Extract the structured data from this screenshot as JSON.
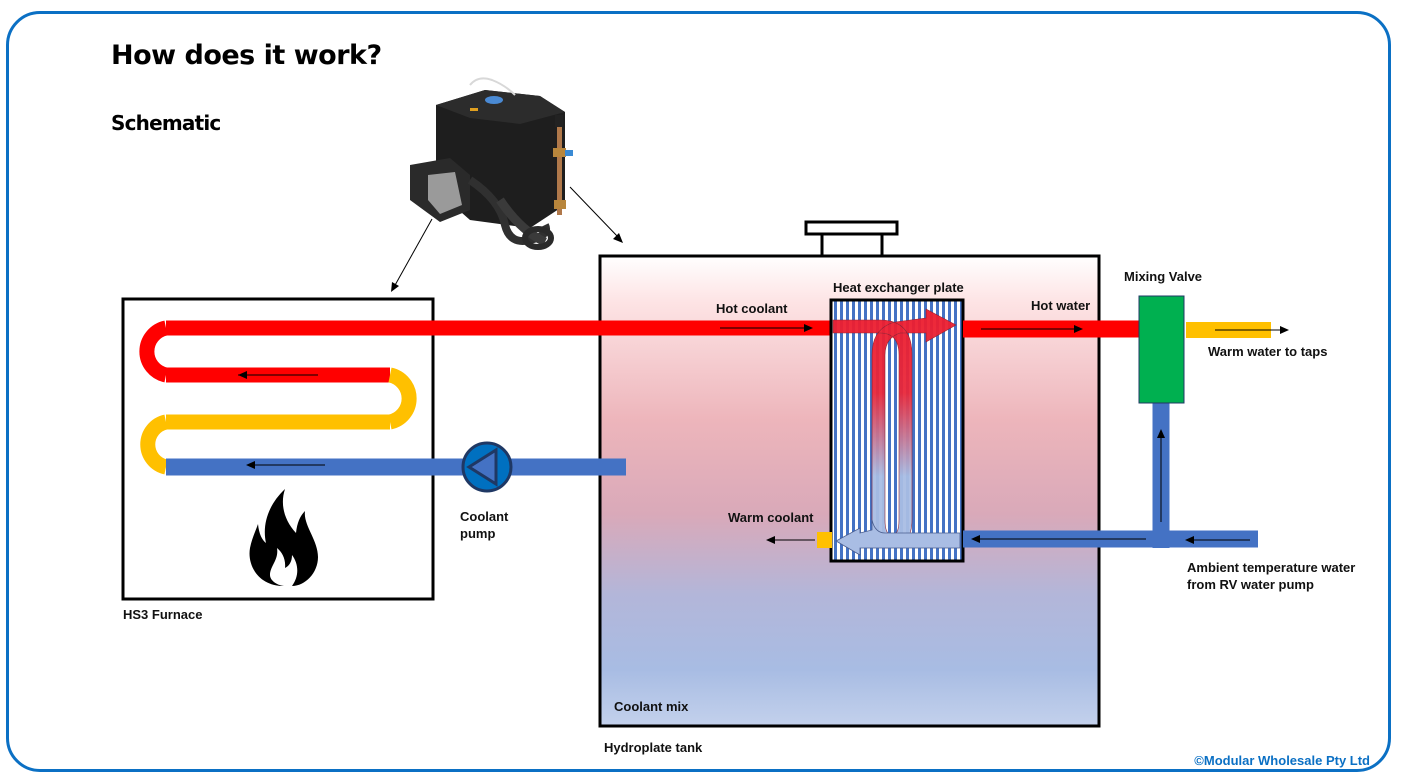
{
  "header": {
    "title": "How does it work?",
    "subtitle": "Schematic"
  },
  "components": {
    "furnace": {
      "label": "HS3 Furnace"
    },
    "pump": {
      "label_line1": "Coolant",
      "label_line2": "pump"
    },
    "tank": {
      "label": "Hydroplate tank",
      "contents_label": "Coolant mix"
    },
    "heat_exchanger": {
      "label": "Heat exchanger plate"
    },
    "mixing_valve": {
      "label": "Mixing Valve"
    }
  },
  "flows": {
    "hot_coolant": "Hot coolant",
    "warm_coolant": "Warm coolant",
    "hot_water": "Hot water",
    "warm_water_out": "Warm water to taps",
    "ambient_in_line1": "Ambient temperature water",
    "ambient_in_line2": "from RV water pump"
  },
  "footer": {
    "copyright": "©Modular Wholesale Pty Ltd"
  },
  "colors": {
    "frame": "#0b70c4",
    "hot": "#ff0000",
    "warm": "#ffc000",
    "cold": "#4472c4",
    "valve": "#00b050",
    "pump": "#0070c0"
  }
}
